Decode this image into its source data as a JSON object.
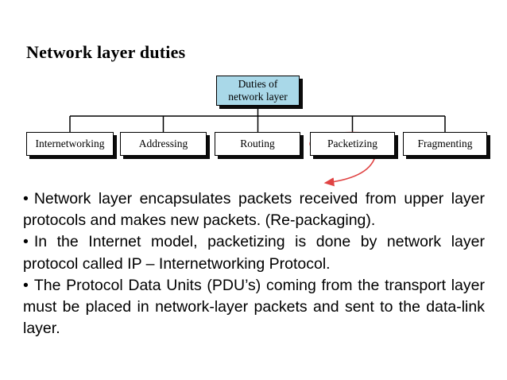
{
  "slide": {
    "title": "Network layer duties"
  },
  "diagram": {
    "root_label": [
      "Duties of",
      "network layer"
    ],
    "children": [
      "Internetworking",
      "Addressing",
      "Routing",
      "Packetizing",
      "Fragmenting"
    ],
    "highlighted_child": "Packetizing",
    "colors": {
      "root_box_fill": "#a9d8e8",
      "child_box_fill": "#ffffff",
      "line": "#000000",
      "shadow": "#0b0b0b",
      "highlight_red": "#e04343"
    }
  },
  "bullet_char": "•",
  "bullets": [
    "Network layer encapsulates packets received from upper layer protocols and makes new packets. (Re-packaging).",
    "In the Internet model, packetizing is done by network layer protocol called IP – Internetworking Protocol.",
    "The Protocol Data Units (PDU’s) coming from the transport layer must be placed in network-layer packets and sent to the data-link layer."
  ]
}
